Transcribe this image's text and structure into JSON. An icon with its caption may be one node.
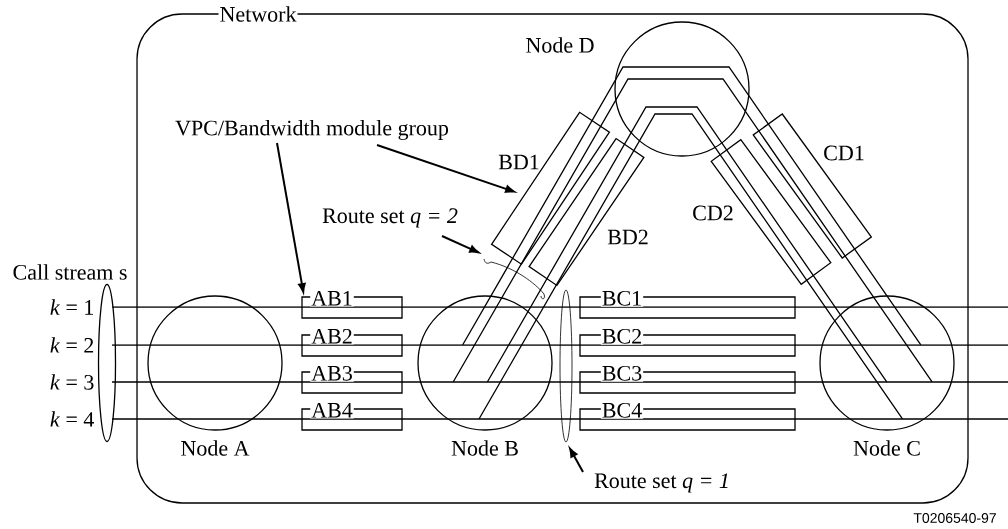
{
  "diagram": {
    "nodes": [
      {
        "text": [
          "Network"
        ]
      },
      {
        "text": [
          "Node D"
        ],
        "in": 0
      },
      {
        "text": [
          "VPC/Bandwidth module group"
        ],
        "in": 0
      },
      {
        "text": [
          "BD1"
        ],
        "in": 0
      },
      {
        "text": [
          "CD1"
        ],
        "in": 0
      },
      {
        "text": [
          "Route set *q = 2*"
        ],
        "in": 0
      },
      {
        "text": [
          "BD2"
        ],
        "in": 0
      },
      {
        "text": [
          "CD2"
        ],
        "in": 0
      },
      {
        "text": [],
        "shape": "arc",
        "in": 0
      },
      {
        "text": [
          "Call stream s"
        ]
      },
      {
        "text": [
          "Node A"
        ],
        "in": 0
      },
      {
        "text": [
          "AB1"
        ],
        "in": 0
      },
      {
        "text": [
          "AB2"
        ],
        "in": 0
      },
      {
        "text": [
          "AB3"
        ],
        "in": 0
      },
      {
        "text": [
          "AB4"
        ],
        "in": 0
      },
      {
        "text": [
          "Node B"
        ],
        "in": 0
      },
      {
        "text": [],
        "shape": "ellipse",
        "in": 0
      },
      {
        "text": [
          "BC1"
        ],
        "in": 0
      },
      {
        "text": [
          "BC2"
        ],
        "in": 0
      },
      {
        "text": [
          "BC3"
        ],
        "in": 0
      },
      {
        "text": [
          "BC4"
        ],
        "in": 0
      },
      {
        "text": [
          "Node C"
        ],
        "in": 0
      },
      {
        "text": [
          "Route set *q = 1*"
        ],
        "in": 0
      }
    ],
    "edges": [
      {
        "from": 2,
        "to": 11,
        "arrow": "to"
      },
      {
        "from": 2,
        "to": 3,
        "arrow": "to"
      },
      {
        "from": 5,
        "to": 8,
        "arrow": "to"
      },
      {
        "from": 22,
        "to": 16,
        "arrow": "to"
      }
    ],
    "labels": [
      "*k* = 1",
      "*k* = 2",
      "*k* = 3",
      "*k* = 4",
      "T0206540-97"
    ]
  }
}
